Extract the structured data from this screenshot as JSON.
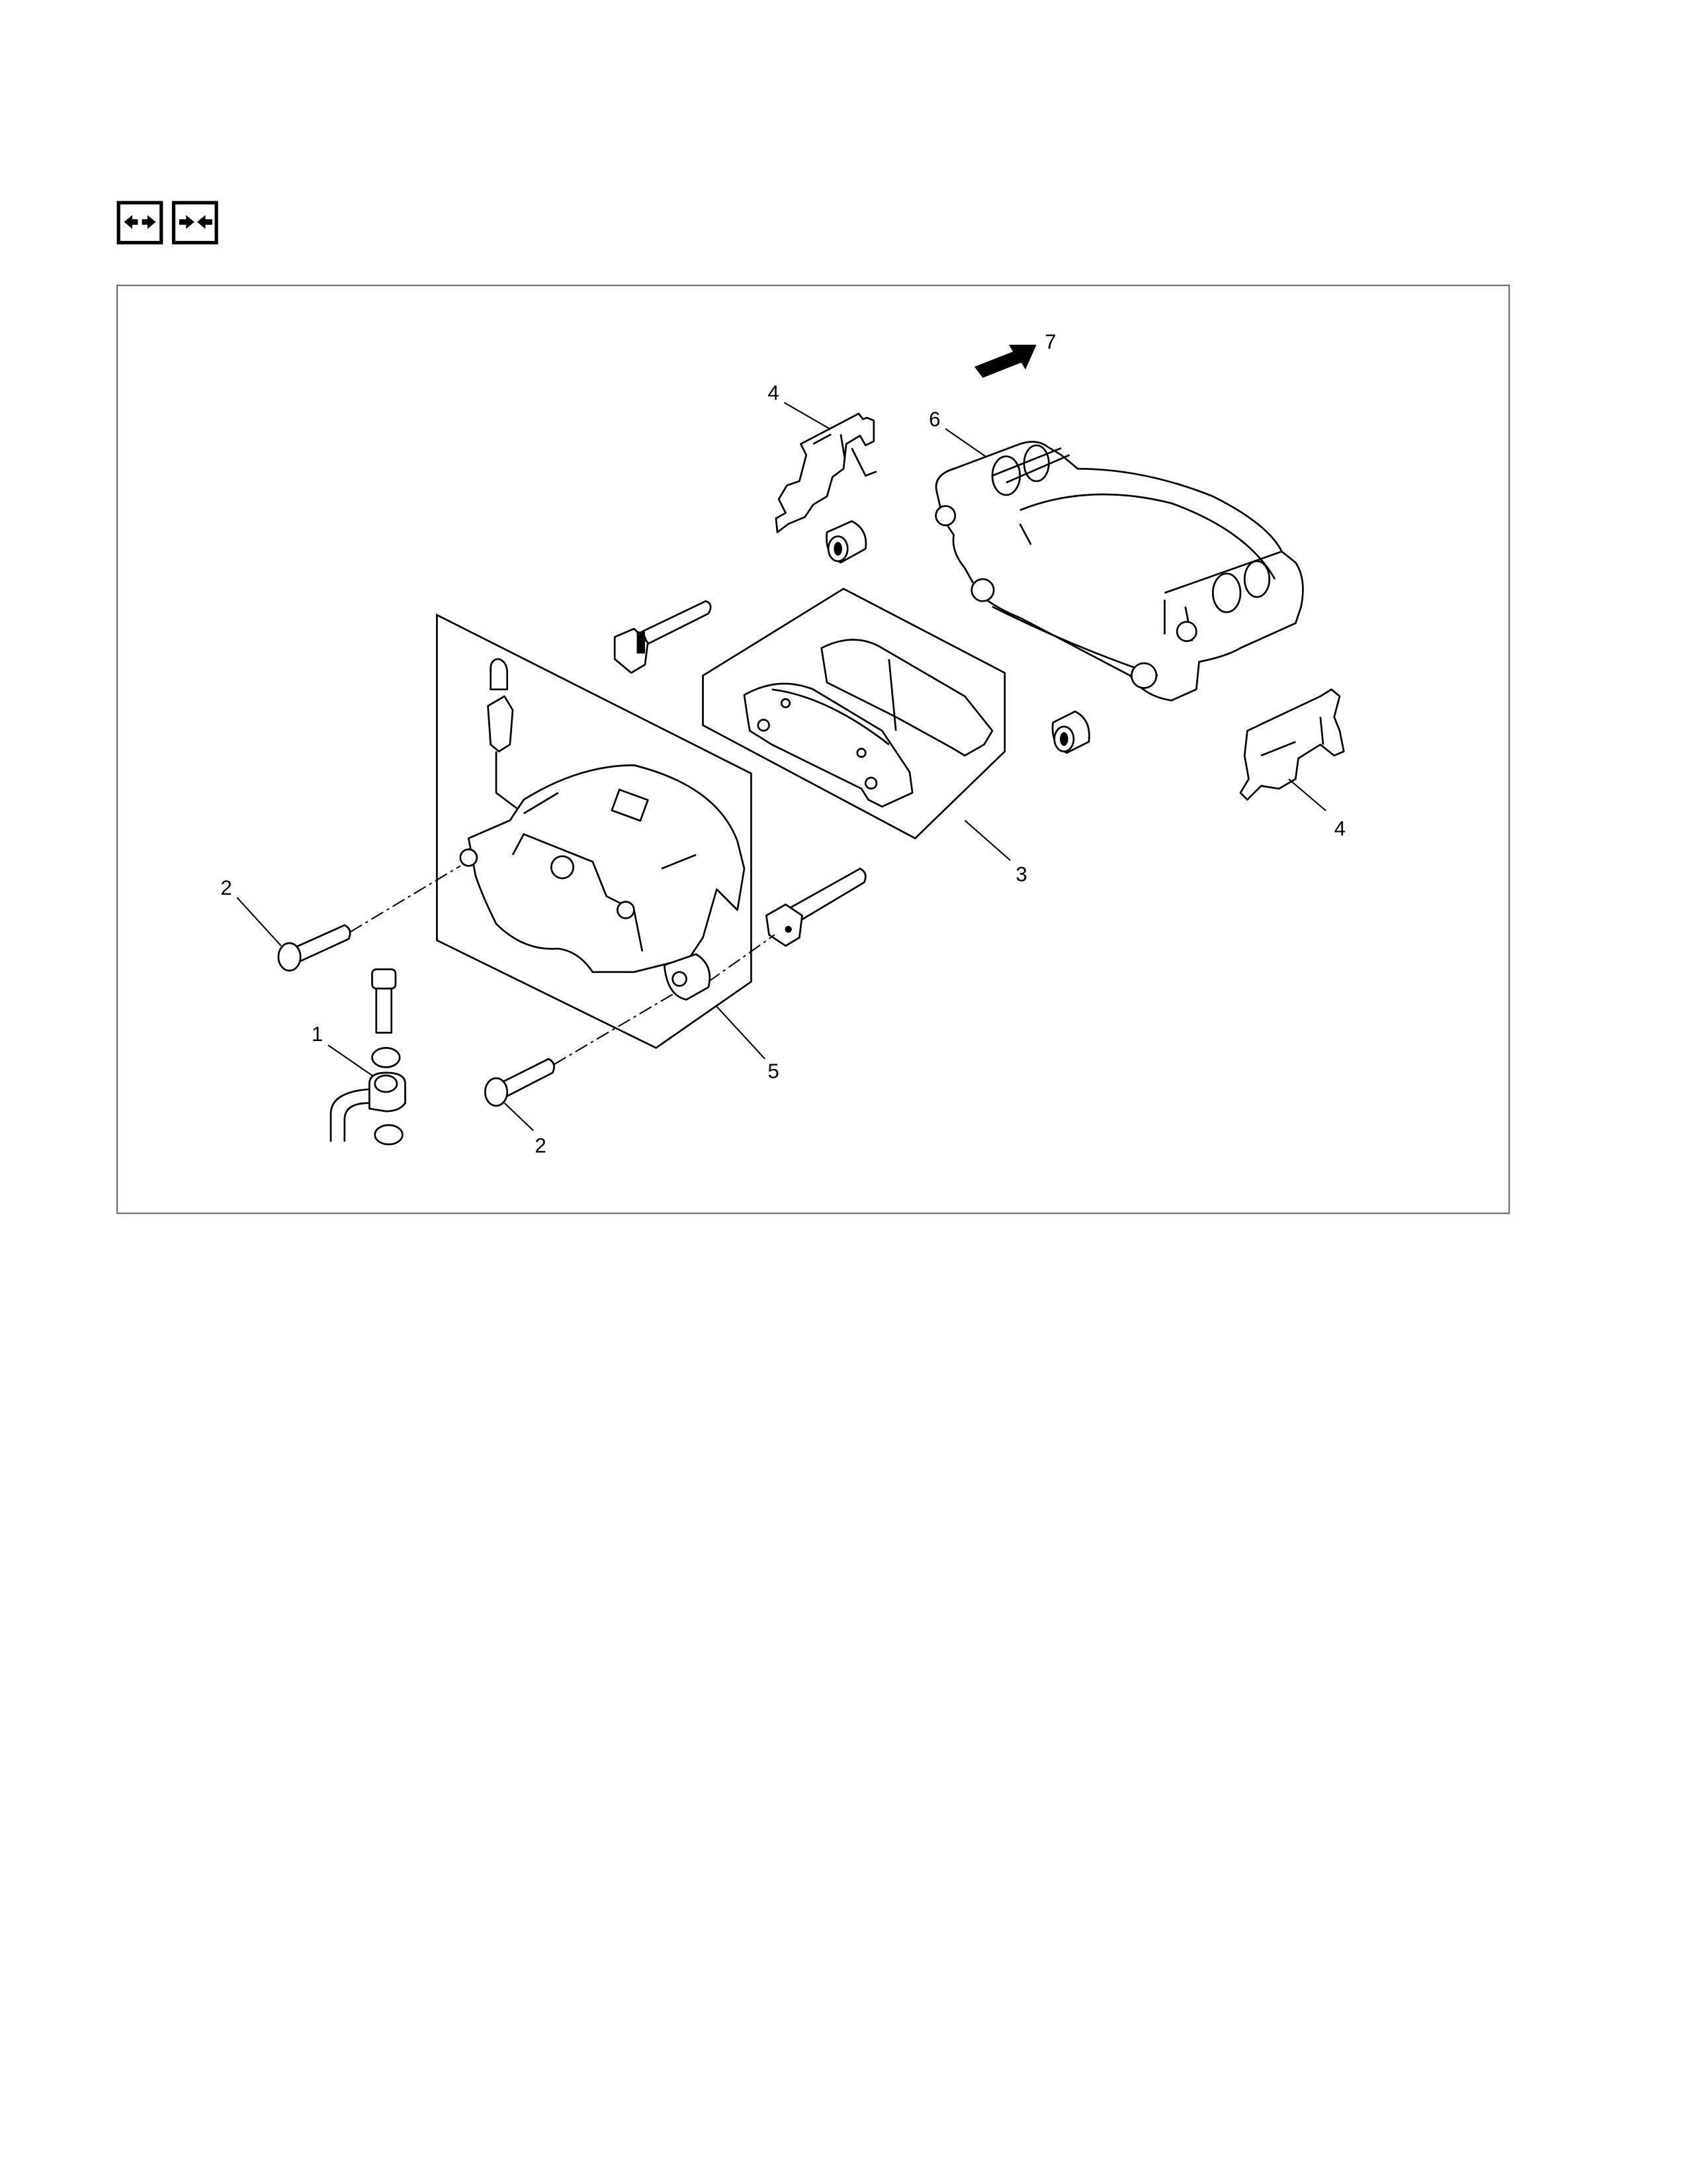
{
  "header_icons": [
    {
      "name": "disassembly-icon",
      "meaning": "disassembly"
    },
    {
      "name": "assembly-icon",
      "meaning": "assembly"
    }
  ],
  "callouts": {
    "c1": "1",
    "c2a": "2",
    "c2b": "2",
    "c3": "3",
    "c4a": "4",
    "c4b": "4",
    "c5": "5",
    "c6": "6",
    "c7": "7"
  }
}
